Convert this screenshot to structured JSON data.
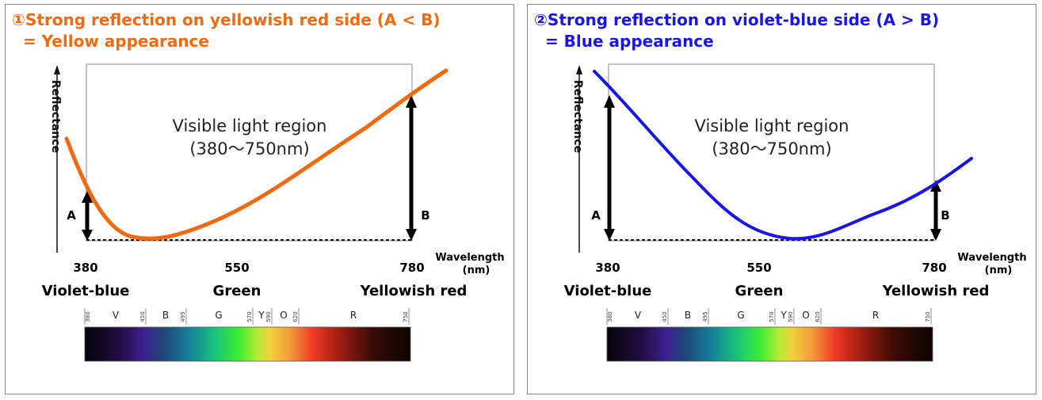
{
  "panels": [
    {
      "title_line1": "①Strong reflection on yellowish red side (A < B)",
      "title_line2": "= Yellow appearance",
      "title_color": "#f26a0f",
      "curve_color": "#f26a0f",
      "y_axis_label": "Reflectance",
      "region_label_line1": "Visible light region",
      "region_label_line2": "(380～750nm)",
      "label_A": "A",
      "label_B": "B",
      "x_ticks": [
        "380",
        "550",
        "780"
      ],
      "x_axis_label_line1": "Wavelength",
      "x_axis_label_line2": "(nm)",
      "color_names": [
        "Violet-blue",
        "Green",
        "Yellowish red"
      ],
      "spectrum_letters": [
        "V",
        "B",
        "G",
        "Y",
        "O",
        "R"
      ],
      "spectrum_numbers": [
        "380",
        "450",
        "495",
        "570",
        "590",
        "620",
        "750"
      ]
    },
    {
      "title_line1": "②Strong reflection on violet-blue side (A > B)",
      "title_line2": "= Blue appearance",
      "title_color": "#1a17e6",
      "curve_color": "#1a17e6",
      "y_axis_label": "Reflectance",
      "region_label_line1": "Visible light region",
      "region_label_line2": "(380～750nm)",
      "label_A": "A",
      "label_B": "B",
      "x_ticks": [
        "380",
        "550",
        "780"
      ],
      "x_axis_label_line1": "Wavelength",
      "x_axis_label_line2": "(nm)",
      "color_names": [
        "Violet-blue",
        "Green",
        "Yellowish red"
      ],
      "spectrum_letters": [
        "V",
        "B",
        "G",
        "Y",
        "O",
        "R"
      ],
      "spectrum_numbers": [
        "380",
        "450",
        "495",
        "570",
        "590",
        "620",
        "750"
      ]
    }
  ]
}
